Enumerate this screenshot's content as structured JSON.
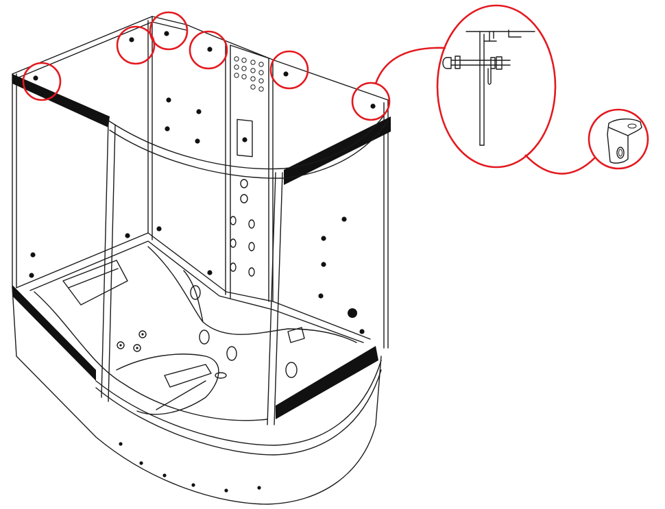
{
  "diagram": {
    "subject": "shower-bath-cabin-assembly",
    "highlight_color": "#e3191f",
    "line_color": "#1a1a1a",
    "fill_color": "#ffffff",
    "callouts": [
      {
        "id": "mount-point-1",
        "kind": "marker"
      },
      {
        "id": "mount-point-2",
        "kind": "marker"
      },
      {
        "id": "mount-point-3",
        "kind": "marker"
      },
      {
        "id": "mount-point-4",
        "kind": "marker"
      },
      {
        "id": "mount-point-5",
        "kind": "marker"
      },
      {
        "id": "mount-point-6",
        "kind": "marker"
      },
      {
        "id": "bolt-detail",
        "kind": "detail-view"
      },
      {
        "id": "bracket-detail",
        "kind": "detail-view"
      }
    ]
  }
}
